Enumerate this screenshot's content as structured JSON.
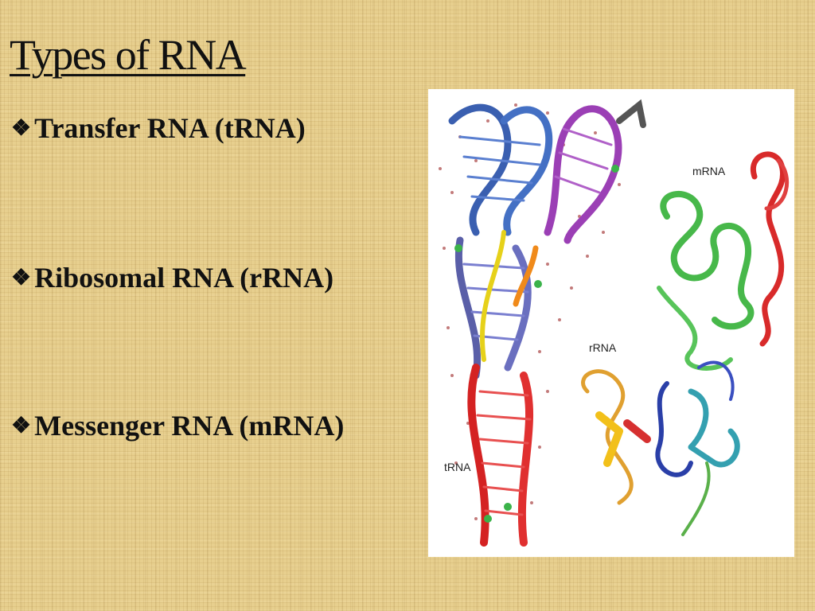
{
  "slide": {
    "title": "Types of RNA",
    "bullet_marker": "❖",
    "bullets": [
      "Transfer RNA (tRNA)",
      "Ribosomal RNA (rRNA)",
      "Messenger RNA (mRNA)"
    ]
  },
  "figure": {
    "labels": {
      "mrna": "mRNA",
      "rrna": "rRNA",
      "trna": "tRNA"
    }
  },
  "colors": {
    "background": "#e7cf8e",
    "text": "#111111",
    "figure_background": "#ffffff"
  }
}
